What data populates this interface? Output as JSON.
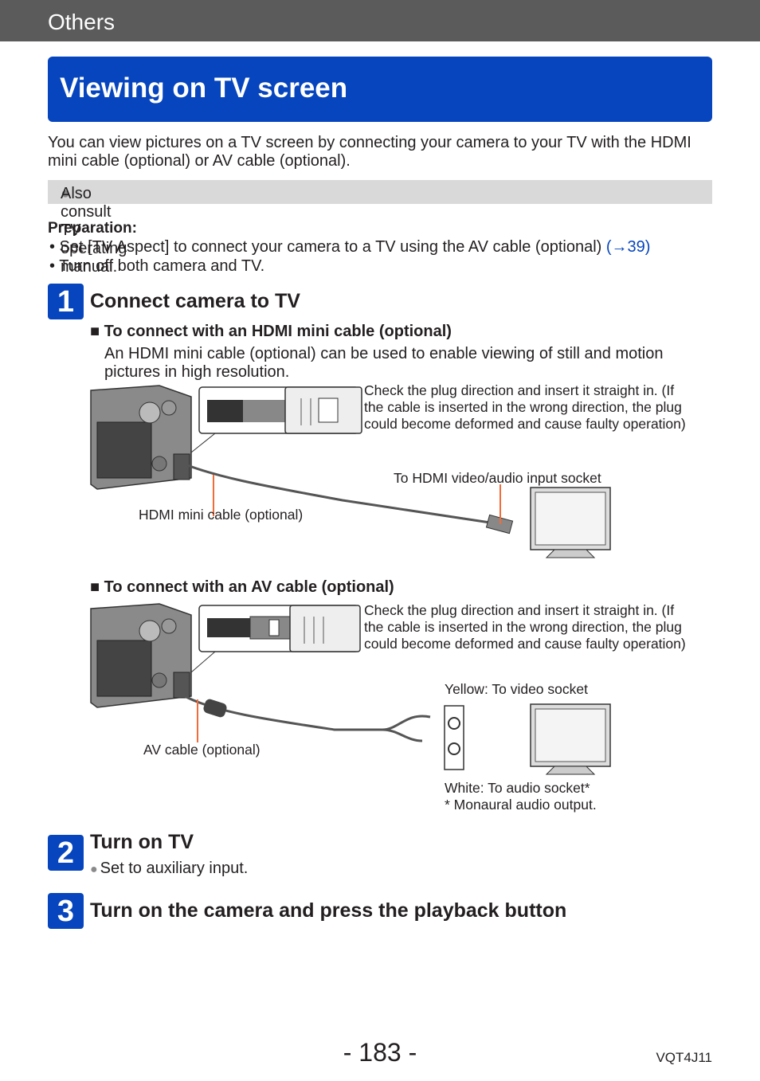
{
  "header": {
    "section": "Others",
    "title": "Viewing on TV screen"
  },
  "intro": "You can view pictures on a TV screen by connecting your camera to your TV with the HDMI mini cable (optional) or AV cable (optional).",
  "note": "Also consult TV operating manual.",
  "preparation": {
    "label": "Preparation:",
    "item1": "• Set [TV Aspect] to connect your camera to a TV using the AV cable (optional)",
    "item1_link": "(→39)",
    "item2": "• Turn off both camera and TV."
  },
  "steps": [
    {
      "number": "1",
      "title": "Connect camera to TV"
    },
    {
      "number": "2",
      "title": "Turn on TV",
      "detail": "Set to auxiliary input."
    },
    {
      "number": "3",
      "title": "Turn on the camera and press the playback button"
    }
  ],
  "hdmi": {
    "heading": "■ To connect with an HDMI mini cable (optional)",
    "desc": "An HDMI mini cable (optional) can be used to enable viewing of still and motion pictures in high resolution.",
    "caution": "Check the plug direction and insert it straight in. (If the cable is inserted in the wrong direction, the plug could become deformed and cause faulty operation)",
    "socket_label": "To HDMI video/audio input socket",
    "cable_label": "HDMI mini cable (optional)"
  },
  "av": {
    "heading": "■ To connect with an AV cable (optional)",
    "caution": "Check the plug direction and insert it straight in. (If the cable is inserted in the wrong direction, the plug could become deformed and cause faulty operation)",
    "yellow_label": "Yellow: To video socket",
    "cable_label": "AV cable (optional)",
    "white_label": "White: To audio socket*",
    "footnote": "* Monaural audio output."
  },
  "footer": {
    "page": "- 183 -",
    "code": "VQT4J11"
  },
  "colors": {
    "accent": "#0645bd",
    "topbar": "#5b5b5b",
    "note_bg": "#d9d9d9",
    "leader": "#f26b3a"
  }
}
